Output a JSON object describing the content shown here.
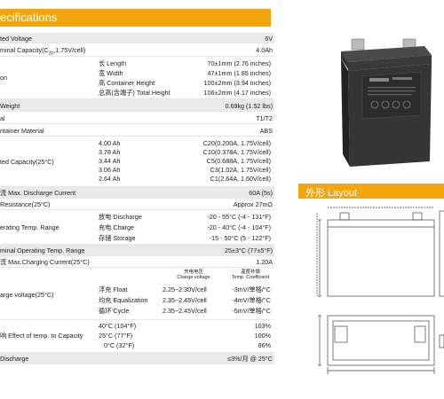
{
  "header": {
    "title": "ecifications"
  },
  "specs": {
    "rated_voltage": {
      "label": "ted Voltage",
      "value": "6V"
    },
    "nominal_capacity": {
      "label": "minal Capacity(C",
      "sub": "20",
      "label_tail": ",1.75V/cell)",
      "value": "4.0Ah"
    },
    "dimension": {
      "label": "on",
      "rows": [
        {
          "label": "长 Length",
          "value": "70±1mm (2.76 inches)"
        },
        {
          "label": "宽 Width",
          "value": "47±1mm (1.85 inches)"
        },
        {
          "label": "高 Container Height",
          "value": "100±2mm (3.94 inches)"
        },
        {
          "label": "总高(含端子) Total Height",
          "value": "106±2mm (4.17 inches)"
        }
      ]
    },
    "weight": {
      "label": "Weight",
      "value": "0.69kg (1.52 lbs)"
    },
    "terminal": {
      "label": "al",
      "value": "T1/T2"
    },
    "container": {
      "label": "ntainer Material",
      "value": "ABS"
    },
    "rated_capacity": {
      "label": "ted Capacity(25°C)",
      "rows": [
        {
          "ah": "4.00 Ah",
          "value": "C20(0.200A, 1.75V/cell)"
        },
        {
          "ah": "3.78 Ah",
          "value": "C10(0.378A, 1.75V/cell)"
        },
        {
          "ah": "3.44 Ah",
          "value": "C5(0.688A, 1.75V/cell)"
        },
        {
          "ah": "3.06 Ah",
          "value": "C3(1.02A, 1.75V/cell)"
        },
        {
          "ah": "2.64 Ah",
          "value": "C1(2.64A, 1.60V/cell)"
        }
      ]
    },
    "max_discharge": {
      "label": "流 Max. Discharge Current",
      "value": "60A (5s)"
    },
    "internal_resistance": {
      "label": "Resistance(25°C)",
      "value": "Approx 27mΩ"
    },
    "operating_temp": {
      "label": "erating Temp. Range",
      "rows": [
        {
          "label": "放电 Discharge",
          "value": "-20 - 55°C (-4 - 131°F)"
        },
        {
          "label": "充电 Charge",
          "value": "-20 - 40°C (-4 - 104°F)"
        },
        {
          "label": "存储 Storage",
          "value": "-15 - 50°C (5 - 122°F)"
        }
      ]
    },
    "nominal_temp": {
      "label": "minal Operating Temp. Range",
      "value": "25±3°C (77±5°F)"
    },
    "max_charging": {
      "label": "流 Max.Charging Current(25°C)",
      "value": "1.20A"
    },
    "charge_voltage": {
      "label": "arge voltage(25°C)",
      "col_head1": "充电电压",
      "col_head2": "Charge voltage",
      "col_head3": "温度补偿",
      "col_head4": "Temp. Coefficient",
      "rows": [
        {
          "label": "浮充 Float",
          "voltage": "2.25~2.30V/cell",
          "coef": "-3mV/单格/°C"
        },
        {
          "label": "均充 Equalization",
          "voltage": "2.35~2.45V/cell",
          "coef": "-4mV/单格/°C"
        },
        {
          "label": "循环 Cycle",
          "voltage": "2.35~2.45V/cell",
          "coef": "-5mV/单格/°C"
        }
      ]
    },
    "temp_effect": {
      "label": "响 Effect of temp. to Capacity",
      "rows": [
        {
          "temp": "40°C (104°F)",
          "value": "103%"
        },
        {
          "temp": "25°C (77°F)",
          "value": "100%"
        },
        {
          "temp": "0°C (32°F)",
          "value": "86%"
        }
      ]
    },
    "self_discharge": {
      "label": "Discharge",
      "value": "≤3%/月 @ 25°C"
    }
  },
  "layout": {
    "title": "外形 Layout"
  },
  "colors": {
    "accent": "#f3a50b",
    "row_shade": "#e9e9e9"
  }
}
